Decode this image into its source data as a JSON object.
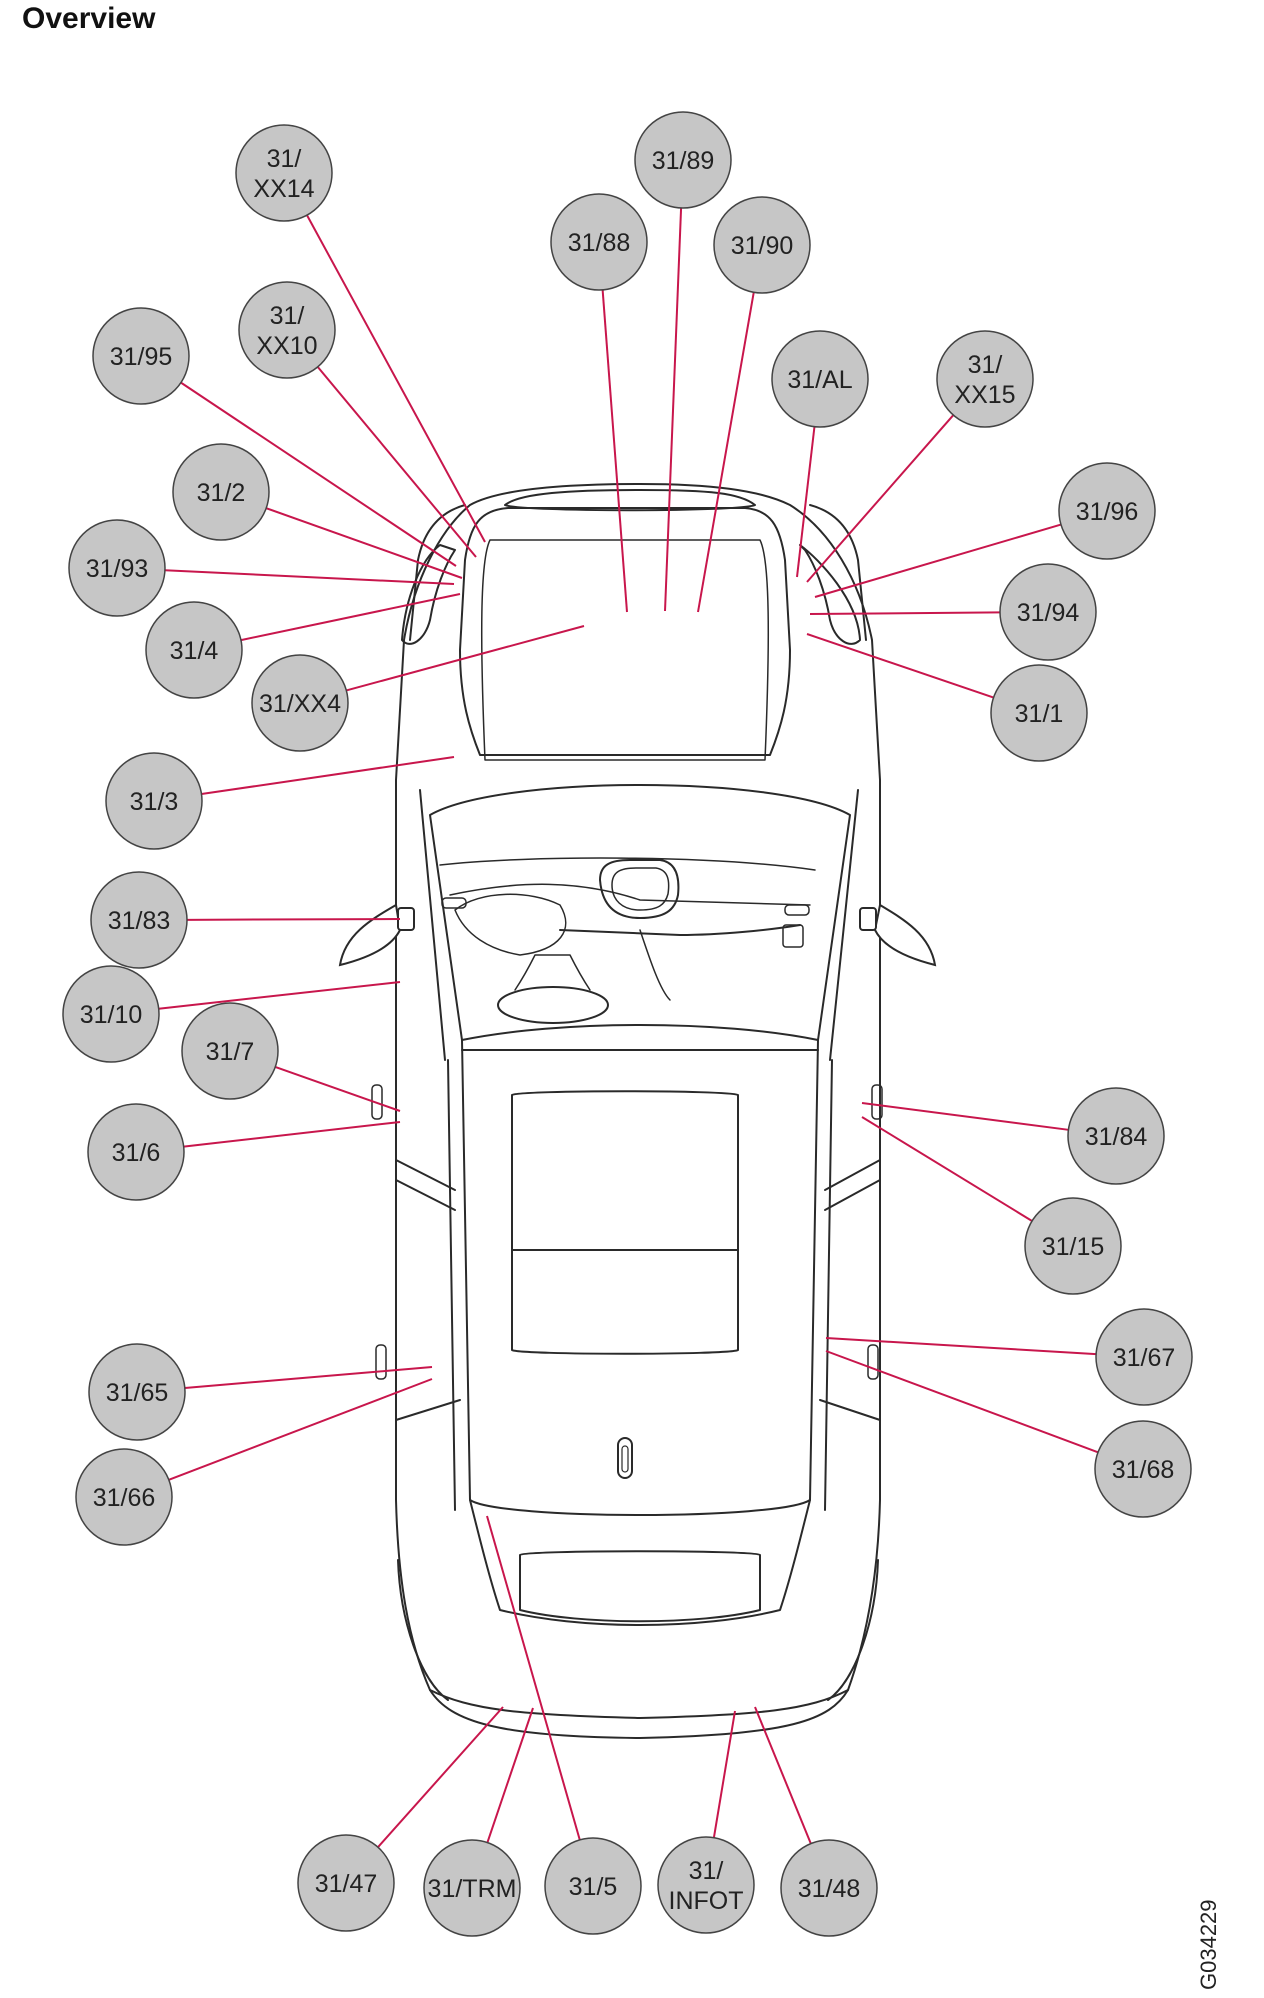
{
  "title": "Overview",
  "figure_code": "G034229",
  "callouts": [
    {
      "id": "31-xx14",
      "lines": [
        "31/",
        "XX14"
      ]
    },
    {
      "id": "31-89",
      "lines": [
        "31/89"
      ]
    },
    {
      "id": "31-88",
      "lines": [
        "31/88"
      ]
    },
    {
      "id": "31-90",
      "lines": [
        "31/90"
      ]
    },
    {
      "id": "31-xx10",
      "lines": [
        "31/",
        "XX10"
      ]
    },
    {
      "id": "31-95",
      "lines": [
        "31/95"
      ]
    },
    {
      "id": "31-al",
      "lines": [
        "31/AL"
      ]
    },
    {
      "id": "31-xx15",
      "lines": [
        "31/",
        "XX15"
      ]
    },
    {
      "id": "31-2",
      "lines": [
        "31/2"
      ]
    },
    {
      "id": "31-96",
      "lines": [
        "31/96"
      ]
    },
    {
      "id": "31-93",
      "lines": [
        "31/93"
      ]
    },
    {
      "id": "31-94",
      "lines": [
        "31/94"
      ]
    },
    {
      "id": "31-4",
      "lines": [
        "31/4"
      ]
    },
    {
      "id": "31-xx4",
      "lines": [
        "31/XX4"
      ]
    },
    {
      "id": "31-1",
      "lines": [
        "31/1"
      ]
    },
    {
      "id": "31-3",
      "lines": [
        "31/3"
      ]
    },
    {
      "id": "31-83",
      "lines": [
        "31/83"
      ]
    },
    {
      "id": "31-10",
      "lines": [
        "31/10"
      ]
    },
    {
      "id": "31-7",
      "lines": [
        "31/7"
      ]
    },
    {
      "id": "31-84",
      "lines": [
        "31/84"
      ]
    },
    {
      "id": "31-6",
      "lines": [
        "31/6"
      ]
    },
    {
      "id": "31-15",
      "lines": [
        "31/15"
      ]
    },
    {
      "id": "31-67",
      "lines": [
        "31/67"
      ]
    },
    {
      "id": "31-65",
      "lines": [
        "31/65"
      ]
    },
    {
      "id": "31-68",
      "lines": [
        "31/68"
      ]
    },
    {
      "id": "31-66",
      "lines": [
        "31/66"
      ]
    },
    {
      "id": "31-47",
      "lines": [
        "31/47"
      ]
    },
    {
      "id": "31-trm",
      "lines": [
        "31/TRM"
      ]
    },
    {
      "id": "31-5",
      "lines": [
        "31/5"
      ]
    },
    {
      "id": "31-infot",
      "lines": [
        "31/",
        "INFOT"
      ]
    },
    {
      "id": "31-48",
      "lines": [
        "31/48"
      ]
    }
  ]
}
